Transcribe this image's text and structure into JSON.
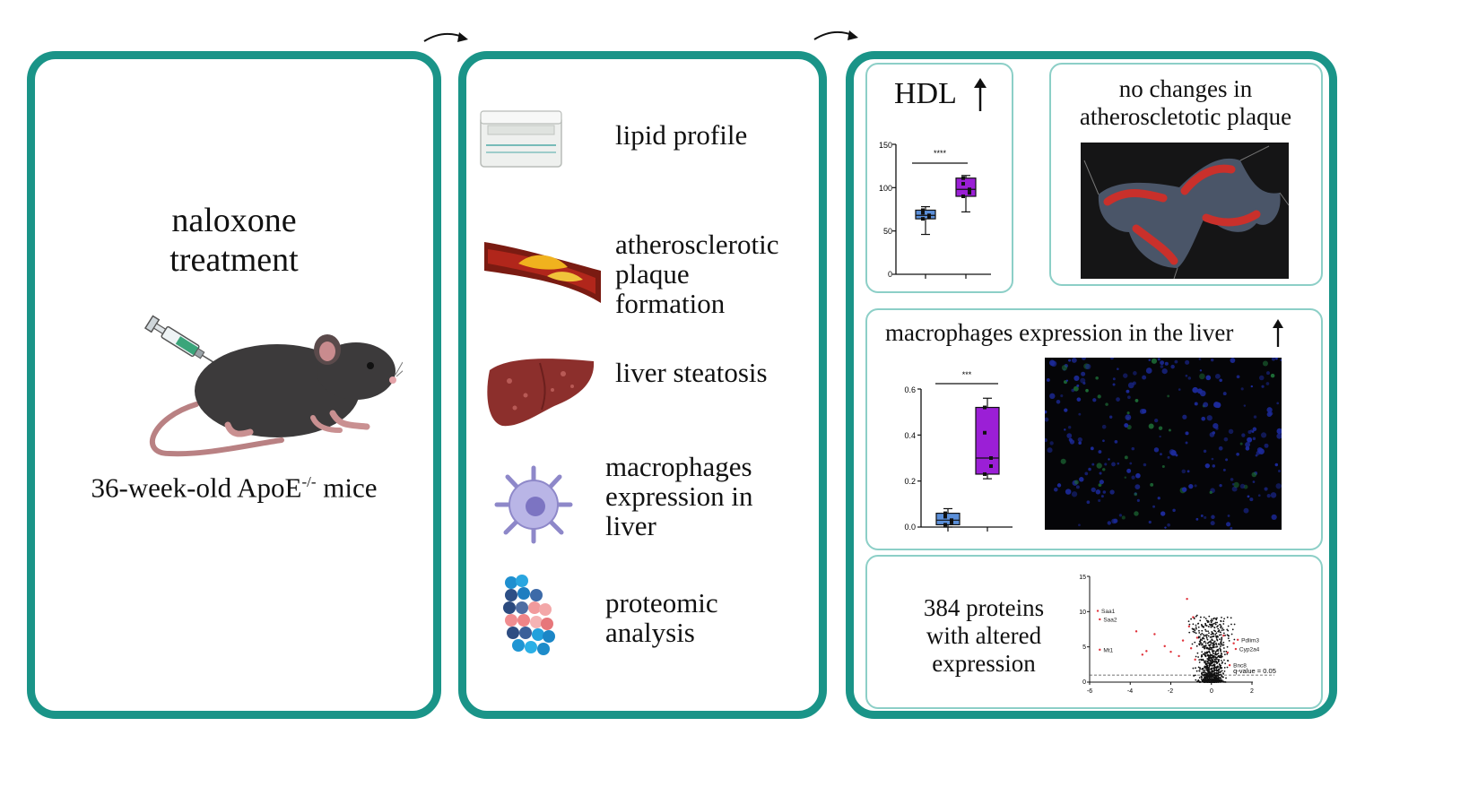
{
  "colors": {
    "teal_border": "#1a9488",
    "sub_border": "#8ccfc7",
    "control_box": "#5b8fd9",
    "naloxone_box": "#9b1fd6"
  },
  "panel1": {
    "title_line1": "naloxone",
    "title_line2": "treatment",
    "caption_pre": "36-week-old ApoE",
    "caption_sup": "-/-",
    "caption_post": " mice",
    "icons": [
      "syringe-icon",
      "mouse-icon"
    ]
  },
  "panel2": {
    "items": [
      {
        "icon": "analyzer-icon",
        "lines": [
          "lipid profile"
        ]
      },
      {
        "icon": "artery-plaque-icon",
        "lines": [
          "atherosclerotic",
          "plaque",
          "formation"
        ]
      },
      {
        "icon": "liver-icon",
        "lines": [
          "liver steatosis"
        ]
      },
      {
        "icon": "macrophage-icon",
        "lines": [
          "macrophages",
          "expression in",
          "liver"
        ]
      },
      {
        "icon": "protein-icon",
        "lines": [
          "proteomic",
          "analysis"
        ]
      }
    ]
  },
  "panel3": {
    "hdl": {
      "label": "HDL",
      "arrow": "up-arrow-icon",
      "significance": "****",
      "y_ticks": [
        "150",
        "100",
        "50",
        "0"
      ]
    },
    "plaque": {
      "line1": "no changes in",
      "line2": "atheroscletotic plaque"
    },
    "macrophages": {
      "label": "macrophages expression in the liver",
      "arrow": "up-arrow-icon",
      "significance": "***",
      "y_ticks": [
        "0.6",
        "0.4",
        "0.2",
        "0.0"
      ]
    },
    "proteomics": {
      "line1": "384 proteins",
      "line2": "with altered",
      "line3": "expression",
      "x_ticks": [
        "-6",
        "-4",
        "-2",
        "0",
        "2"
      ],
      "y_ticks": [
        "15",
        "10",
        "5",
        "0"
      ],
      "threshold_label": "q-value = 0.05",
      "labels_left": [
        "Saa1",
        "Saa2",
        "Mt1"
      ],
      "labels_right": [
        "Pdlim3",
        "Cyp2a4",
        "Bnc8"
      ]
    }
  },
  "chart_data": [
    {
      "type": "box",
      "name": "HDL",
      "ylim": [
        0,
        150
      ],
      "y_ticks": [
        0,
        50,
        100,
        150
      ],
      "significance": "****",
      "groups": [
        {
          "color": "#5b8fd9",
          "min": 46,
          "q1": 64,
          "median": 68,
          "q3": 74,
          "max": 78
        },
        {
          "color": "#9b1fd6",
          "min": 72,
          "q1": 90,
          "median": 98,
          "q3": 111,
          "max": 114
        }
      ]
    },
    {
      "type": "box",
      "name": "macrophages",
      "ylim": [
        0,
        0.6
      ],
      "y_ticks": [
        0,
        0.2,
        0.4,
        0.6
      ],
      "significance": "***",
      "groups": [
        {
          "color": "#5b8fd9",
          "min": 0.0,
          "q1": 0.01,
          "median": 0.03,
          "q3": 0.06,
          "max": 0.08
        },
        {
          "color": "#9b1fd6",
          "min": 0.21,
          "q1": 0.23,
          "median": 0.3,
          "q3": 0.52,
          "max": 0.56
        }
      ]
    },
    {
      "type": "scatter",
      "name": "volcano",
      "xlim": [
        -6,
        2
      ],
      "ylim": [
        0,
        15
      ],
      "x_ticks": [
        -6,
        -4,
        -2,
        0,
        2
      ],
      "y_ticks": [
        0,
        5,
        10,
        15
      ],
      "threshold": 1,
      "threshold_label": "q-value = 0.05",
      "labeled_points": [
        {
          "label": "Saa1",
          "x": -5.6,
          "y": 10.1
        },
        {
          "label": "Saa2",
          "x": -5.5,
          "y": 8.9
        },
        {
          "label": "Mt1",
          "x": -5.5,
          "y": 4.6
        },
        {
          "label": "Pdlim3",
          "x": 1.3,
          "y": 6.0
        },
        {
          "label": "Cyp2a4",
          "x": 1.2,
          "y": 4.7
        },
        {
          "label": "Bnc8",
          "x": 0.9,
          "y": 2.4
        }
      ],
      "red_points": [
        {
          "x": -3.7,
          "y": 7.2
        },
        {
          "x": -3.4,
          "y": 3.9
        },
        {
          "x": -3.2,
          "y": 4.4
        },
        {
          "x": -2.8,
          "y": 6.8
        },
        {
          "x": -2.3,
          "y": 5.1
        },
        {
          "x": -2.0,
          "y": 4.3
        },
        {
          "x": -1.6,
          "y": 3.7
        },
        {
          "x": -1.4,
          "y": 5.9
        },
        {
          "x": -1.2,
          "y": 11.8
        },
        {
          "x": -1.1,
          "y": 7.9
        },
        {
          "x": -1.0,
          "y": 4.8
        },
        {
          "x": -0.9,
          "y": 9.2
        },
        {
          "x": -0.8,
          "y": 3.2
        },
        {
          "x": -0.7,
          "y": 6.3
        },
        {
          "x": 0.6,
          "y": 6.6
        },
        {
          "x": 0.8,
          "y": 4.2
        },
        {
          "x": 1.1,
          "y": 5.5
        }
      ]
    }
  ]
}
